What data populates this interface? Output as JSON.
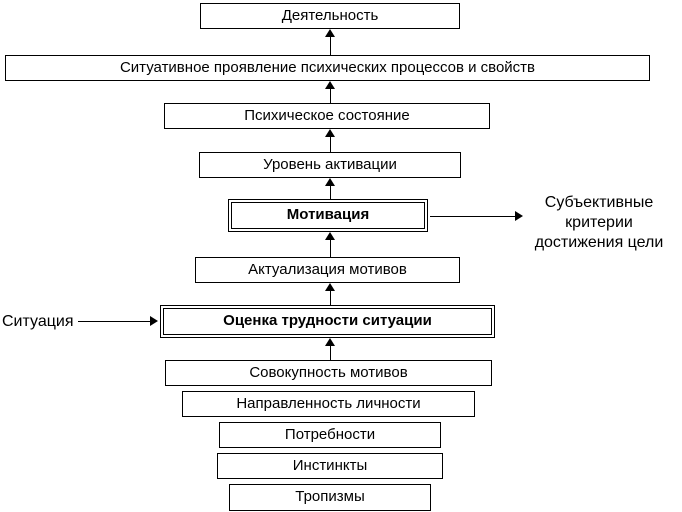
{
  "diagram": {
    "nodes": {
      "activity": "Деятельность",
      "situational": "Ситуативное проявление психических процессов и свойств",
      "mental_state": "Психическое состояние",
      "activation_level": "Уровень активации",
      "motivation": "Мотивация",
      "actualization": "Актуализация мотивов",
      "difficulty_assessment": "Оценка трудности ситуации",
      "motive_set": "Совокупность мотивов",
      "personality_orientation": "Направленность личности",
      "needs": "Потребности",
      "instincts": "Инстинкты",
      "tropisms": "Тропизмы"
    },
    "side_labels": {
      "situation": "Ситуация",
      "subjective_criteria_lines": [
        "Субъективные",
        "критерии",
        "достижения цели"
      ]
    },
    "edges": [
      {
        "from": "motive_set",
        "to": "difficulty_assessment"
      },
      {
        "from": "difficulty_assessment",
        "to": "actualization"
      },
      {
        "from": "actualization",
        "to": "motivation"
      },
      {
        "from": "motivation",
        "to": "activation_level"
      },
      {
        "from": "activation_level",
        "to": "mental_state"
      },
      {
        "from": "mental_state",
        "to": "situational"
      },
      {
        "from": "situational",
        "to": "activity"
      },
      {
        "from": "situation",
        "to": "difficulty_assessment"
      },
      {
        "from": "motivation",
        "to": "subjective_criteria"
      }
    ],
    "colors": {
      "border": "#000000",
      "background": "#ffffff",
      "text": "#000000"
    }
  }
}
